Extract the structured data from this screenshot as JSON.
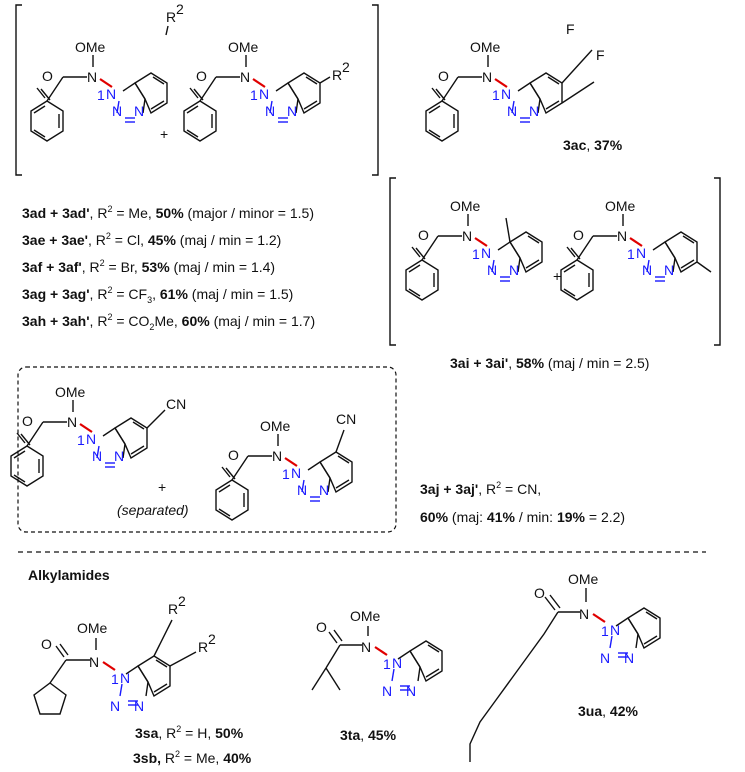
{
  "atoms": {
    "ome": "OMe",
    "n": "N",
    "o": "O",
    "one": "1",
    "f": "F",
    "cn": "CN",
    "r2": "R",
    "sup2": "2",
    "plus": "+"
  },
  "labels": {
    "ac": {
      "code": "3ac",
      "rest": ", ",
      "yield": "37%"
    },
    "ad": {
      "code": "3ad + 3ad'",
      "pre": ", R",
      "sup": "2",
      "mid": " = Me, ",
      "yield": "50%",
      "post": " (major / minor = 1.5)"
    },
    "ae": {
      "code": "3ae + 3ae'",
      "pre": ", R",
      "sup": "2",
      "mid": " = Cl, ",
      "yield": "45%",
      "post": " (maj / min = 1.2)"
    },
    "af": {
      "code": "3af + 3af'",
      "pre": ", R",
      "sup": "2",
      "mid": " = Br, ",
      "yield": "53%",
      "post": " (maj / min = 1.4)"
    },
    "ag": {
      "code": "3ag + 3ag'",
      "pre": ", R",
      "sup": "2",
      "mid": " = CF",
      "sub": "3",
      "mid2": ", ",
      "yield": "61%",
      "post": " (maj / min = 1.5)"
    },
    "ah": {
      "code": "3ah + 3ah'",
      "pre": ", R",
      "sup": "2",
      "mid": " = CO",
      "sub": "2",
      "mid2": "Me, ",
      "yield": "60%",
      "post": " (maj / min = 1.7)"
    },
    "ai": {
      "code": "3ai + 3ai'",
      "mid": ", ",
      "yield": "58%",
      "post": " (maj / min = 2.5)"
    },
    "aj1": {
      "code": "3aj + 3aj'",
      "pre": ", R",
      "sup": "2",
      "post": " = CN,"
    },
    "aj2": {
      "yield": "60%",
      "mid": " (maj: ",
      "maj": "41%",
      "mid2": " / min: ",
      "min": "19%",
      "post": " = 2.2)"
    },
    "separated": "(separated)",
    "alkyl": "Alkylamides",
    "sa": {
      "code": "3sa",
      "pre": ", R",
      "sup": "2",
      "mid": " = H, ",
      "yield": "50%"
    },
    "sb": {
      "code": "3sb,",
      "pre": " R",
      "sup": "2",
      "mid": " = Me, ",
      "yield": "40%"
    },
    "ta": {
      "code": "3ta",
      "mid": ", ",
      "yield": "45%"
    },
    "ua": {
      "code": "3ua",
      "mid": ", ",
      "yield": "42%"
    }
  }
}
